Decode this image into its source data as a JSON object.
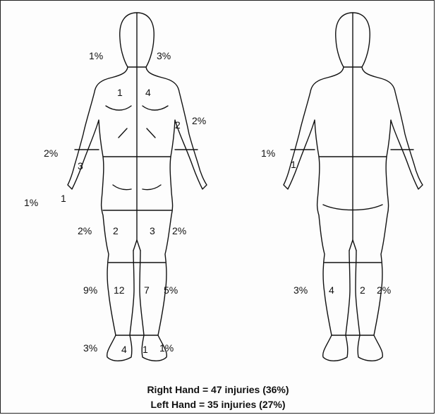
{
  "diagram": {
    "front_labels": {
      "head_left_pct": "1%",
      "head_right_pct": "3%",
      "chest_left_count": "1",
      "chest_right_count": "4",
      "left_upper_arm_count": "2",
      "left_upper_arm_pct": "2%",
      "right_forearm_pct": "2%",
      "right_forearm_count": "3",
      "right_hand_pct": "1%",
      "right_hand_count": "1",
      "right_thigh_pct": "2%",
      "right_thigh_count": "2",
      "left_thigh_count": "3",
      "left_thigh_pct": "2%",
      "right_shin_pct": "9%",
      "right_shin_count": "12",
      "left_shin_count": "7",
      "left_shin_pct": "5%",
      "right_foot_pct": "3%",
      "right_foot_count": "4",
      "left_foot_count": "1",
      "left_foot_pct": "1%"
    },
    "back_labels": {
      "left_forearm_pct": "1%",
      "left_forearm_count": "1",
      "left_shin_pct": "3%",
      "left_shin_count": "4",
      "right_shin_count": "2",
      "right_shin_pct": "2%"
    },
    "summary": {
      "right_hand": "Right Hand = 47 injuries (36%)",
      "left_hand": "Left Hand = 35 injuries (27%)"
    }
  }
}
